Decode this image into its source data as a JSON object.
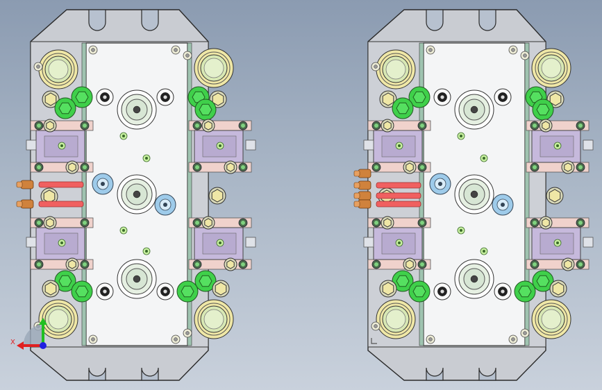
{
  "view": {
    "background_top": "#8b9bb1",
    "background_bottom": "#c9d1dc"
  },
  "triad": {
    "x_label": "X",
    "x_color": "#e02020",
    "y_color": "#20c020",
    "z_color": "#2020e0"
  },
  "colors": {
    "plate": "#c9ccd2",
    "plate_edge": "#2a2a2a",
    "center_plate": "#f4f5f6",
    "yellow_boss": "#efe7a6",
    "yellow_boss_inner": "#d8e8b4",
    "green_nut": "#3fd04a",
    "bushing": "#e6f0e2",
    "blue_ring": "#9ecbea",
    "lavender_block": "#c6b9dc",
    "pink_strip": "#f0d2cc",
    "red_tube": "#f06060",
    "connector": "#d0823c",
    "black_screw": "#222222"
  },
  "assemblies": [
    {
      "name": "left-die-assembly",
      "tube_count": 2
    },
    {
      "name": "right-die-assembly",
      "tube_count": 3
    }
  ]
}
